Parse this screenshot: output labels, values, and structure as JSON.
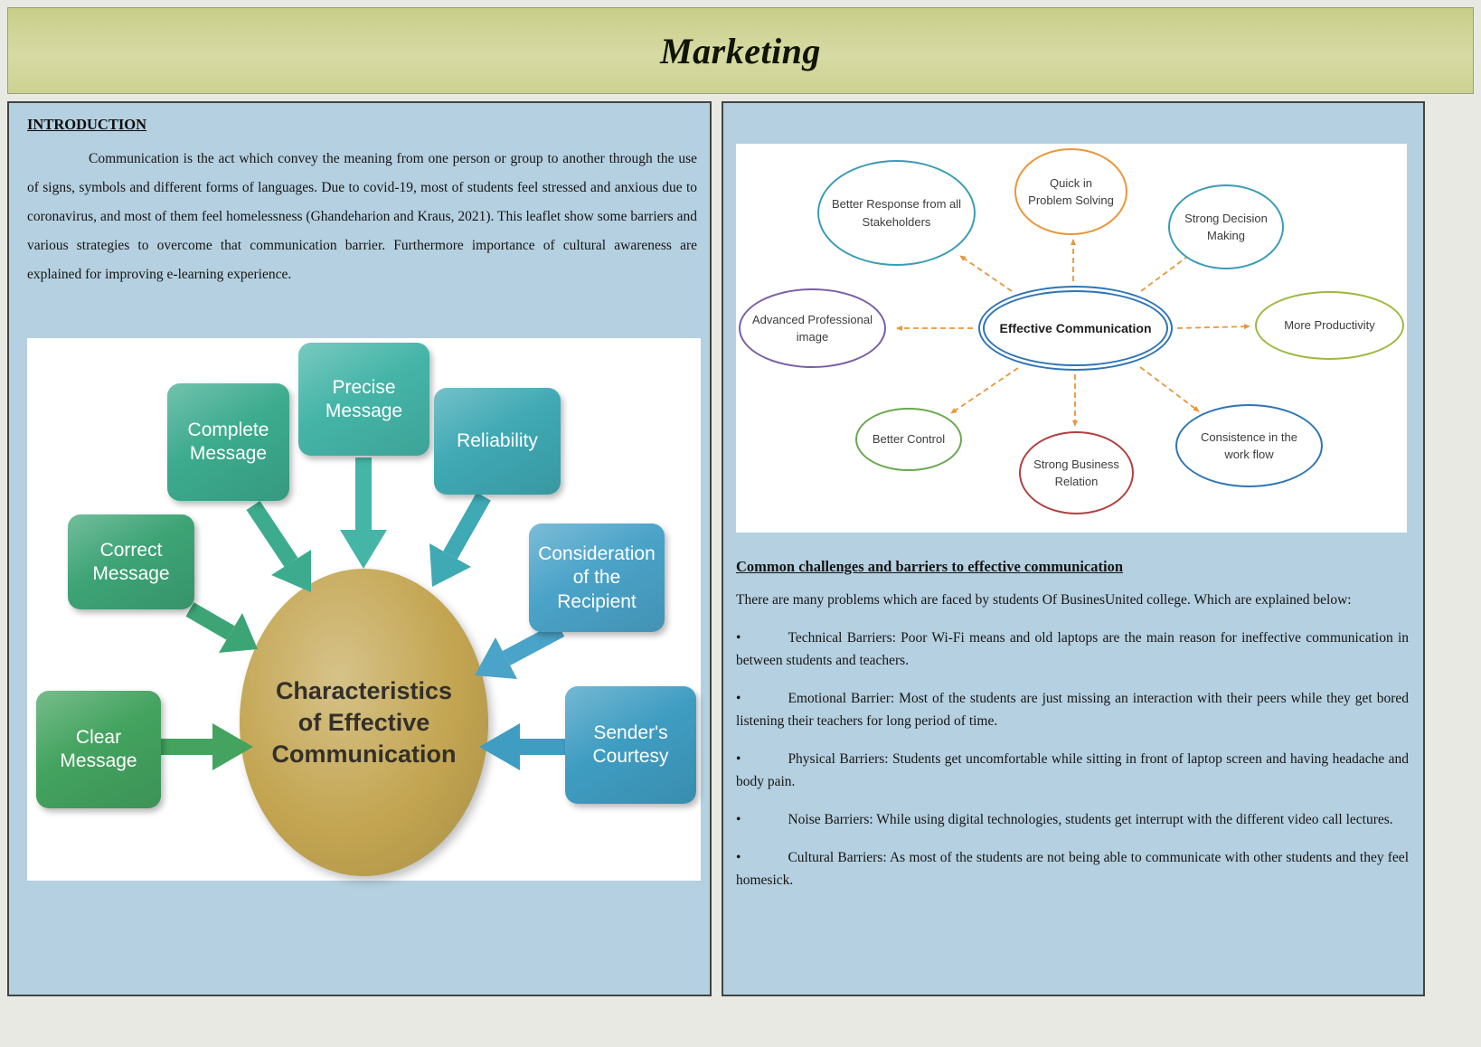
{
  "page": {
    "title": "Marketing"
  },
  "left_column": {
    "heading": "INTRODUCTION",
    "paragraph": "Communication is the act which convey the meaning from one person or group to another through the use of signs, symbols and different forms of languages. Due to covid-19, most of students feel stressed and anxious due to coronavirus, and most of them feel homelessness (Ghandeharion and Kraus, 2021). This leaflet show some barriers and various strategies to overcome that communication barrier. Furthermore importance of cultural awareness are explained for improving e-learning experience.",
    "diagram": {
      "center_label": "Characteristics of Effective Communication",
      "center_color": "#c3a551",
      "boxes": [
        {
          "label": "Clear Message",
          "color": "#43a35f"
        },
        {
          "label": "Correct Message",
          "color": "#3da476"
        },
        {
          "label": "Complete Message",
          "color": "#3cab8e"
        },
        {
          "label": "Precise Message",
          "color": "#45b5a8"
        },
        {
          "label": "Reliability",
          "color": "#3fa9b4"
        },
        {
          "label": "Consideration of the Recipient",
          "color": "#4aa3c8"
        },
        {
          "label": "Sender's Courtesy",
          "color": "#3f9dc2"
        }
      ]
    }
  },
  "right_column": {
    "diagram": {
      "center": {
        "label": "Effective Communication",
        "color": "#2e75b6"
      },
      "arrow_color": "#e8973a",
      "nodes": [
        {
          "label": "Better Response from all Stakeholders",
          "color": "#3a9cb5"
        },
        {
          "label": "Quick in Problem Solving",
          "color": "#e8973a"
        },
        {
          "label": "Strong Decision Making",
          "color": "#3a9cb5"
        },
        {
          "label": "Advanced Professional image",
          "color": "#7b5ea7"
        },
        {
          "label": "More Productivity",
          "color": "#9cb83f"
        },
        {
          "label": "Better Control",
          "color": "#6aa84f"
        },
        {
          "label": "Strong Business Relation",
          "color": "#b04040"
        },
        {
          "label": "Consistence in the work flow",
          "color": "#2e75b6"
        }
      ]
    },
    "heading": "Common challenges and barriers to effective communication",
    "intro": "There are many problems which are faced by students Of BusinesUnited college. Which are explained below:",
    "bullet_char": "•",
    "bullets": [
      "Technical Barriers: Poor Wi-Fi means and old laptops are the main reason for ineffective communication in between students and teachers.",
      "Emotional Barrier: Most of the students are just missing an interaction with their peers while they get bored listening their teachers for long period of time.",
      "Physical Barriers: Students get uncomfortable while sitting in front of laptop screen and having headache and body pain.",
      "Noise Barriers: While using digital technologies, students get interrupt with the different video call lectures.",
      "Cultural Barriers: As most of the students are not being able to communicate with other students and they feel homesick."
    ]
  }
}
